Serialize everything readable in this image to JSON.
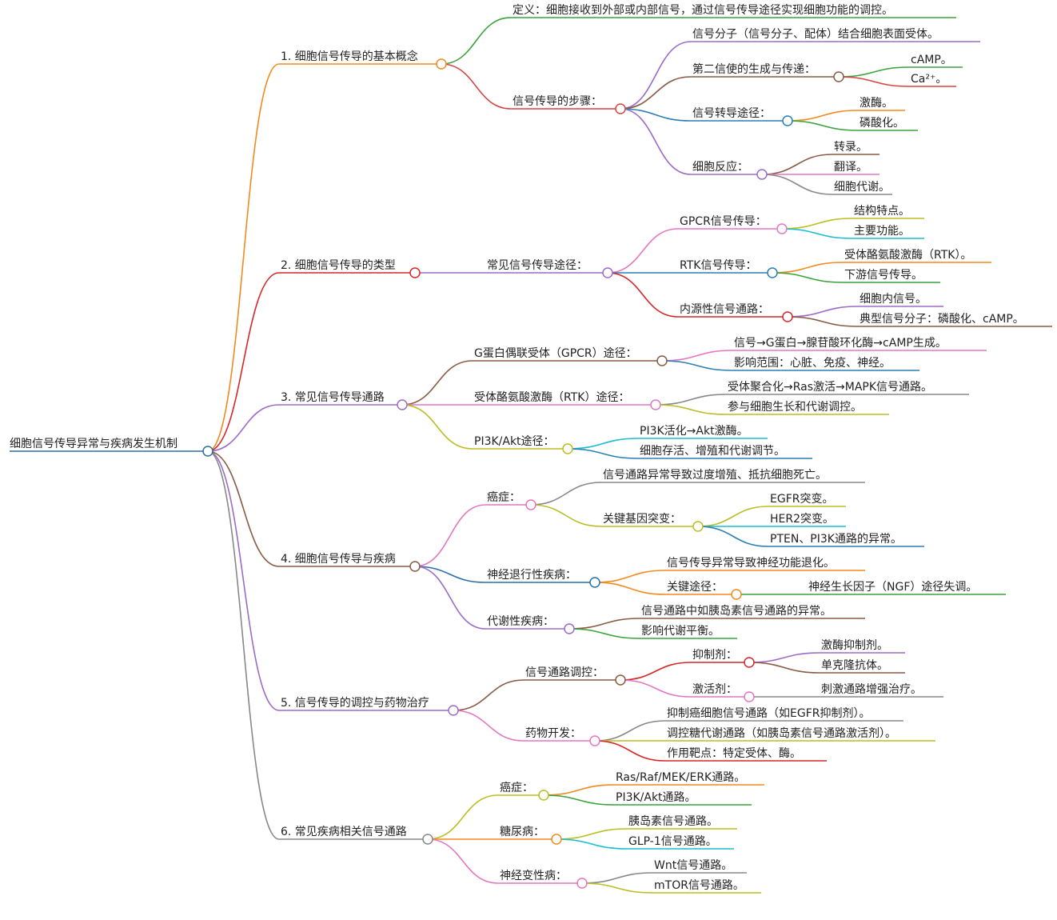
{
  "mindmap": {
    "root": {
      "label": "细胞信号传导异常与疾病发生机制",
      "color": "#2a6fa8",
      "children": [
        {
          "label": "1. 细胞信号传导的基本概念",
          "color": "#f28a1e",
          "children": [
            {
              "label": "定义：细胞接收到外部或内部信号，通过信号传导途径实现细胞功能的调控。",
              "color": "#3aa23a"
            },
            {
              "label": "信号传导的步骤：",
              "color": "#d64541",
              "children": [
                {
                  "label": "信号分子（信号分子、配体）结合细胞表面受体。",
                  "color": "#9b6bc9"
                },
                {
                  "label": "第二信使的生成与传递：",
                  "color": "#8a5a44",
                  "children": [
                    {
                      "label": "cAMP。",
                      "color": "#3aa23a"
                    },
                    {
                      "label": "Ca²⁺。",
                      "color": "#d64541"
                    }
                  ]
                },
                {
                  "label": "信号转导途径：",
                  "color": "#2a7fb5",
                  "children": [
                    {
                      "label": "激酶。",
                      "color": "#f28a1e"
                    },
                    {
                      "label": "磷酸化。",
                      "color": "#3aa23a"
                    }
                  ]
                },
                {
                  "label": "细胞反应：",
                  "color": "#9b6bc9",
                  "children": [
                    {
                      "label": "转录。",
                      "color": "#8a5a44"
                    },
                    {
                      "label": "翻译。",
                      "color": "#e377c2"
                    },
                    {
                      "label": "细胞代谢。",
                      "color": "#888888"
                    }
                  ]
                }
              ]
            }
          ]
        },
        {
          "label": "2. 细胞信号传导的类型",
          "color": "#d62728",
          "children": [
            {
              "label": "常见信号传导途径：",
              "color": "#9b6bc9",
              "children": [
                {
                  "label": "GPCR信号传导：",
                  "color": "#e377c2",
                  "children": [
                    {
                      "label": "结构特点。",
                      "color": "#bcbd22"
                    },
                    {
                      "label": "主要功能。",
                      "color": "#17becf"
                    }
                  ]
                },
                {
                  "label": "RTK信号传导：",
                  "color": "#2a7fb5",
                  "children": [
                    {
                      "label": "受体酪氨酸激酶（RTK）。",
                      "color": "#f28a1e"
                    },
                    {
                      "label": "下游信号传导。",
                      "color": "#3aa23a"
                    }
                  ]
                },
                {
                  "label": "内源性信号通路：",
                  "color": "#d62728",
                  "children": [
                    {
                      "label": "细胞内信号。",
                      "color": "#9b6bc9"
                    },
                    {
                      "label": "典型信号分子：磷酸化、cAMP。",
                      "color": "#8a5a44"
                    }
                  ]
                }
              ]
            }
          ]
        },
        {
          "label": "3. 常见信号传导通路",
          "color": "#9b6bc9",
          "children": [
            {
              "label": "G蛋白偶联受体（GPCR）途径：",
              "color": "#8a5a44",
              "children": [
                {
                  "label": "信号→G蛋白→腺苷酸环化酶→cAMP生成。",
                  "color": "#e377c2"
                },
                {
                  "label": "影响范围：心脏、免疫、神经。",
                  "color": "#2a7fb5"
                }
              ]
            },
            {
              "label": "受体酪氨酸激酶（RTK）途径：",
              "color": "#e377c2",
              "children": [
                {
                  "label": "受体聚合化→Ras激活→MAPK信号通路。",
                  "color": "#888888"
                },
                {
                  "label": "参与细胞生长和代谢调控。",
                  "color": "#bcbd22"
                }
              ]
            },
            {
              "label": "PI3K/Akt途径：",
              "color": "#bcbd22",
              "children": [
                {
                  "label": "PI3K活化→Akt激酶。",
                  "color": "#17becf"
                },
                {
                  "label": "细胞存活、增殖和代谢调节。",
                  "color": "#2a7fb5"
                }
              ]
            }
          ]
        },
        {
          "label": "4. 细胞信号传导与疾病",
          "color": "#8a5a44",
          "children": [
            {
              "label": "癌症：",
              "color": "#e377c2",
              "children": [
                {
                  "label": "信号通路异常导致过度增殖、抵抗细胞死亡。",
                  "color": "#888888"
                },
                {
                  "label": "关键基因突变：",
                  "color": "#bcbd22",
                  "children": [
                    {
                      "label": "EGFR突变。",
                      "color": "#bcbd22"
                    },
                    {
                      "label": "HER2突变。",
                      "color": "#17becf"
                    },
                    {
                      "label": "PTEN、PI3K通路的异常。",
                      "color": "#2a7fb5"
                    }
                  ]
                }
              ]
            },
            {
              "label": "神经退行性疾病：",
              "color": "#2a6fa8",
              "children": [
                {
                  "label": "信号传导异常导致神经功能退化。",
                  "color": "#f28a1e"
                },
                {
                  "label": "关键途径：",
                  "color": "#f28a1e",
                  "children": [
                    {
                      "label": "神经生长因子（NGF）途径失调。",
                      "color": "#3aa23a"
                    }
                  ]
                }
              ]
            },
            {
              "label": "代谢性疾病：",
              "color": "#9b6bc9",
              "children": [
                {
                  "label": "信号通路中如胰岛素信号通路的异常。",
                  "color": "#8a5a44"
                },
                {
                  "label": "影响代谢平衡。",
                  "color": "#3aa23a"
                }
              ]
            }
          ]
        },
        {
          "label": "5. 信号传导的调控与药物治疗",
          "color": "#9b6bc9",
          "children": [
            {
              "label": "信号通路调控：",
              "color": "#8a5a44",
              "children": [
                {
                  "label": "抑制剂：",
                  "color": "#d62728",
                  "children": [
                    {
                      "label": "激酶抑制剂。",
                      "color": "#9b6bc9"
                    },
                    {
                      "label": "单克隆抗体。",
                      "color": "#8a5a44"
                    }
                  ]
                },
                {
                  "label": "激活剂：",
                  "color": "#e377c2",
                  "children": [
                    {
                      "label": "刺激通路增强治疗。",
                      "color": "#888888"
                    }
                  ]
                }
              ]
            },
            {
              "label": "药物开发：",
              "color": "#e377c2",
              "children": [
                {
                  "label": "抑制癌细胞信号通路（如EGFR抑制剂）。",
                  "color": "#888888"
                },
                {
                  "label": "调控糖代谢通路（如胰岛素信号通路激活剂）。",
                  "color": "#bcbd22"
                },
                {
                  "label": "作用靶点：特定受体、酶。",
                  "color": "#d62728"
                }
              ]
            }
          ]
        },
        {
          "label": "6. 常见疾病相关信号通路",
          "color": "#888888",
          "children": [
            {
              "label": "癌症：",
              "color": "#bcbd22",
              "children": [
                {
                  "label": "Ras/Raf/MEK/ERK通路。",
                  "color": "#f28a1e"
                },
                {
                  "label": "PI3K/Akt通路。",
                  "color": "#3aa23a"
                }
              ]
            },
            {
              "label": "糖尿病：",
              "color": "#f28a1e",
              "children": [
                {
                  "label": "胰岛素信号通路。",
                  "color": "#bcbd22"
                },
                {
                  "label": "GLP-1信号通路。",
                  "color": "#17becf"
                }
              ]
            },
            {
              "label": "神经变性病：",
              "color": "#e377c2",
              "children": [
                {
                  "label": "Wnt信号通路。",
                  "color": "#888888"
                },
                {
                  "label": "mTOR信号通路。",
                  "color": "#bcbd22"
                }
              ]
            }
          ]
        }
      ]
    }
  }
}
